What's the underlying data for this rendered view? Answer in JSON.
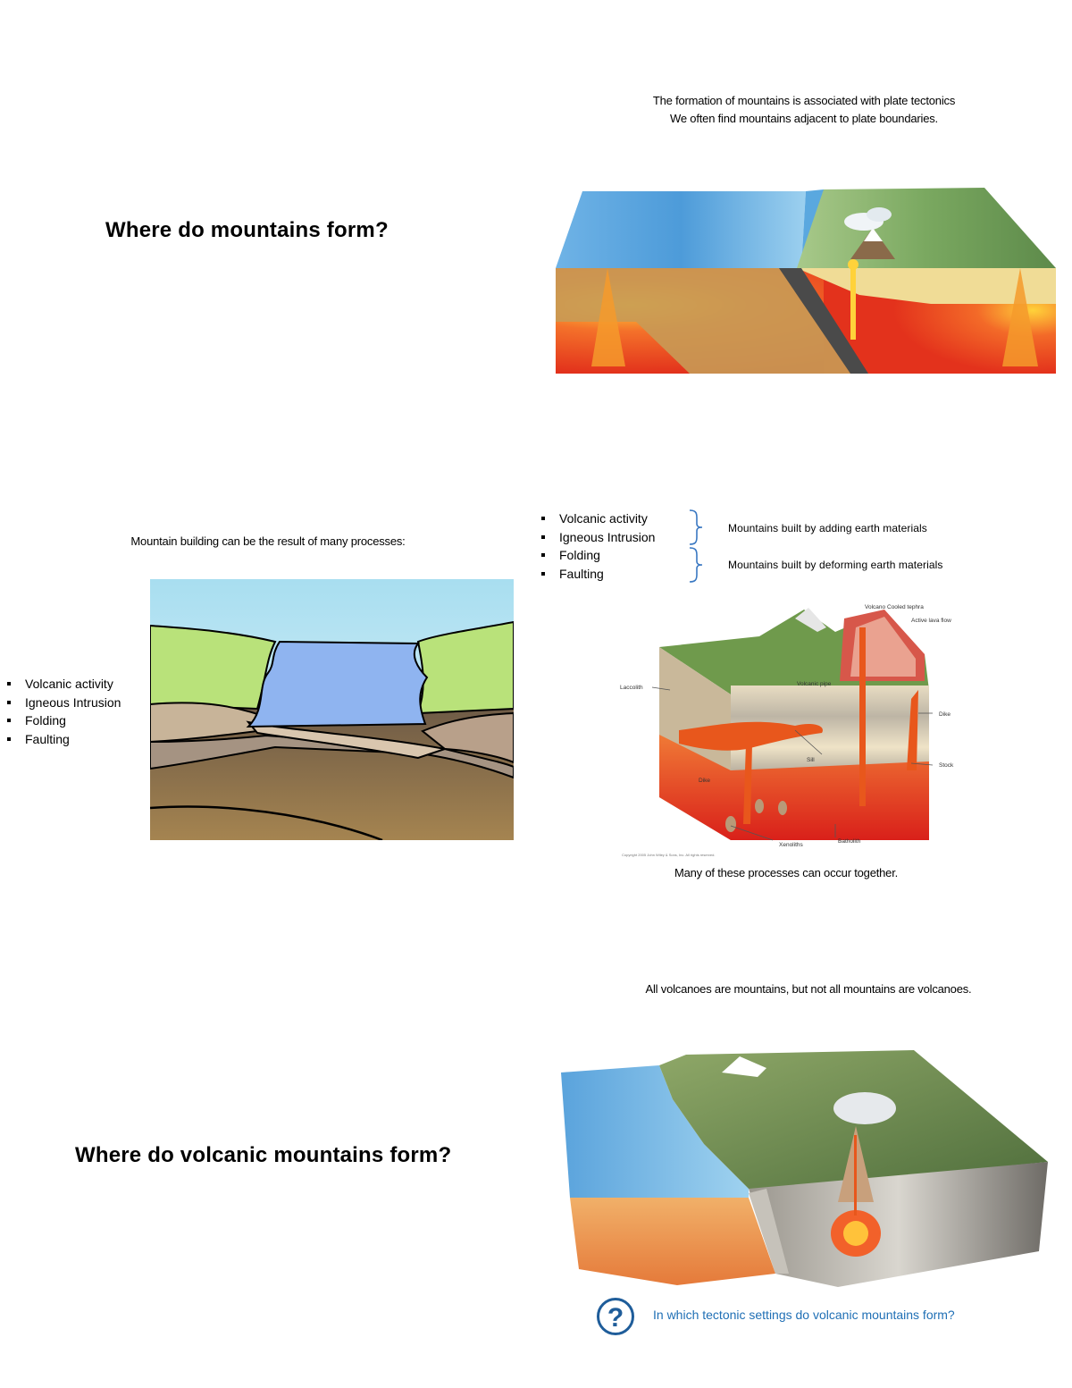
{
  "slide1": {
    "heading": "Where do mountains form?",
    "caption_line1": "The formation of mountains is associated with plate tectonics",
    "caption_line2": "We often find mountains adjacent to plate boundaries."
  },
  "slide2": {
    "intro": "Mountain building can be the result of many processes:",
    "left_list": [
      "Volcanic activity",
      "Igneous Intrusion",
      "Folding",
      "Faulting"
    ],
    "right_list": [
      "Volcanic activity",
      "Igneous Intrusion",
      "Folding",
      "Faulting"
    ],
    "bracket_note_adding": "Mountains built by adding earth materials",
    "bracket_note_deforming": "Mountains built by deforming earth materials",
    "diagram_labels": {
      "volcano": "Volcano",
      "cooled_tephra": "Cooled tephra",
      "active_lava_flow": "Active lava flow",
      "volcanic_pipe": "Volcanic pipe",
      "laccolith": "Laccolith",
      "dike_right": "Dike",
      "stock": "Stock",
      "sill": "Sill",
      "dike_left": "Dike",
      "xenoliths": "Xenoliths",
      "batholith": "Batholith",
      "copyright": "Copyright 2005 John Wiley & Sons, Inc. All rights reserved."
    },
    "footer": "Many of these processes can occur together."
  },
  "slide3": {
    "heading": "Where do volcanic mountains form?",
    "caption": "All volcanoes are mountains, but not all mountains are volcanoes.",
    "question_icon_glyph": "?",
    "question": "In which tectonic settings do volcanic mountains form?",
    "accent_color": "#1f6fb5"
  }
}
